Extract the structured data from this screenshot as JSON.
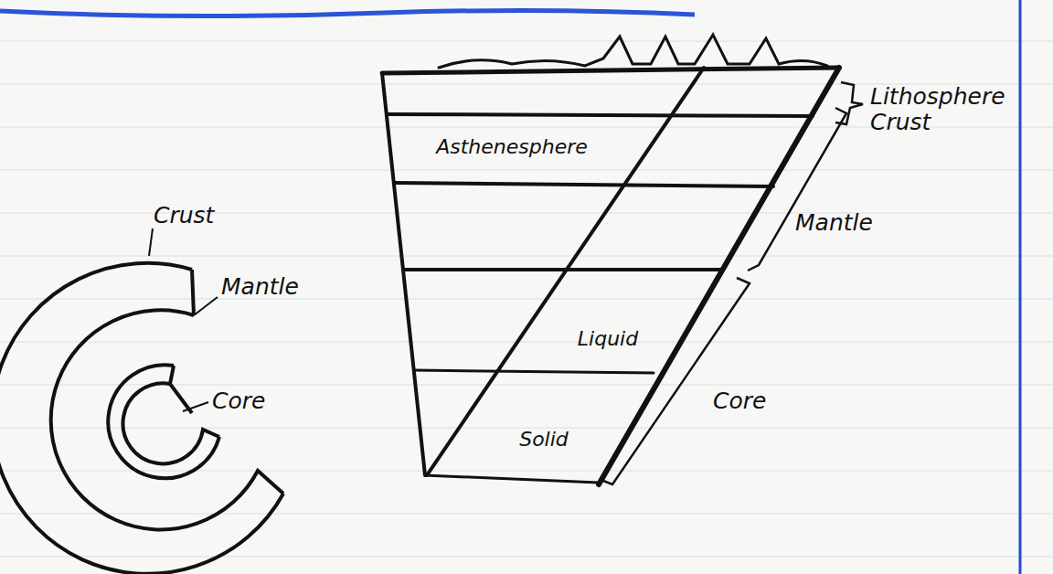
{
  "diagram": {
    "nodes": [
      {
        "text": [
          "Asthenesphere"
        ]
      },
      {
        "text": [
          "Liquid"
        ]
      },
      {
        "text": [
          "Solid"
        ]
      }
    ],
    "labels": [
      "Crust",
      "Mantle",
      "Core",
      "Lithosphere Crust",
      "Mantle",
      "Core"
    ]
  }
}
